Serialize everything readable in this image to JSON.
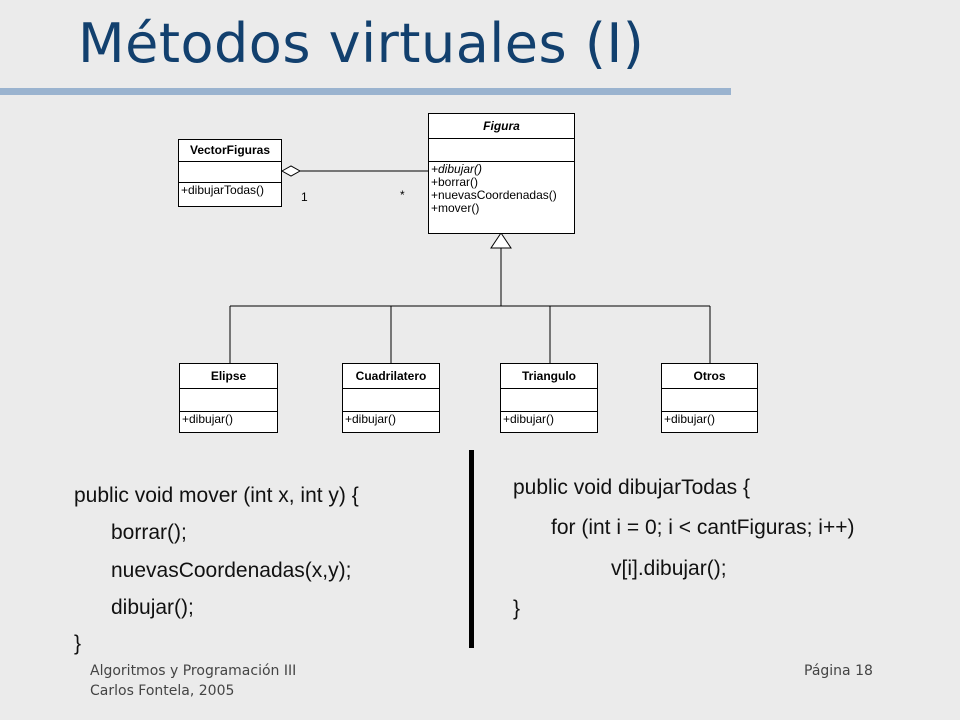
{
  "slide": {
    "title": "Métodos virtuales (I)",
    "footer_left_line1": "Algoritmos y Programación III",
    "footer_left_line2": "Carlos Fontela, 2005",
    "footer_right": "Página 18"
  },
  "diagram": {
    "classes": {
      "vector": {
        "name": "VectorFiguras",
        "ops": [
          "+dibujarTodas()"
        ]
      },
      "figura": {
        "name": "Figura",
        "ops": [
          "+dibujar()",
          "+borrar()",
          "+nuevasCoordenadas()",
          "+mover()"
        ]
      },
      "elipse": {
        "name": "Elipse",
        "ops": [
          "+dibujar()"
        ]
      },
      "cuadrilatero": {
        "name": "Cuadrilatero",
        "ops": [
          "+dibujar()"
        ]
      },
      "triangulo": {
        "name": "Triangulo",
        "ops": [
          "+dibujar()"
        ]
      },
      "otros": {
        "name": "Otros",
        "ops": [
          "+dibujar()"
        ]
      }
    },
    "association": {
      "mult_vector": "1",
      "mult_figura": "*"
    }
  },
  "code_left": [
    "public void mover (int x, int y) {",
    "borrar();",
    "nuevasCoordenadas(x,y);",
    "dibujar();",
    "}"
  ],
  "code_right": [
    "public void dibujarTodas {",
    "for (int i = 0; i < cantFiguras; i++)",
    "v[i].dibujar();",
    "}"
  ]
}
